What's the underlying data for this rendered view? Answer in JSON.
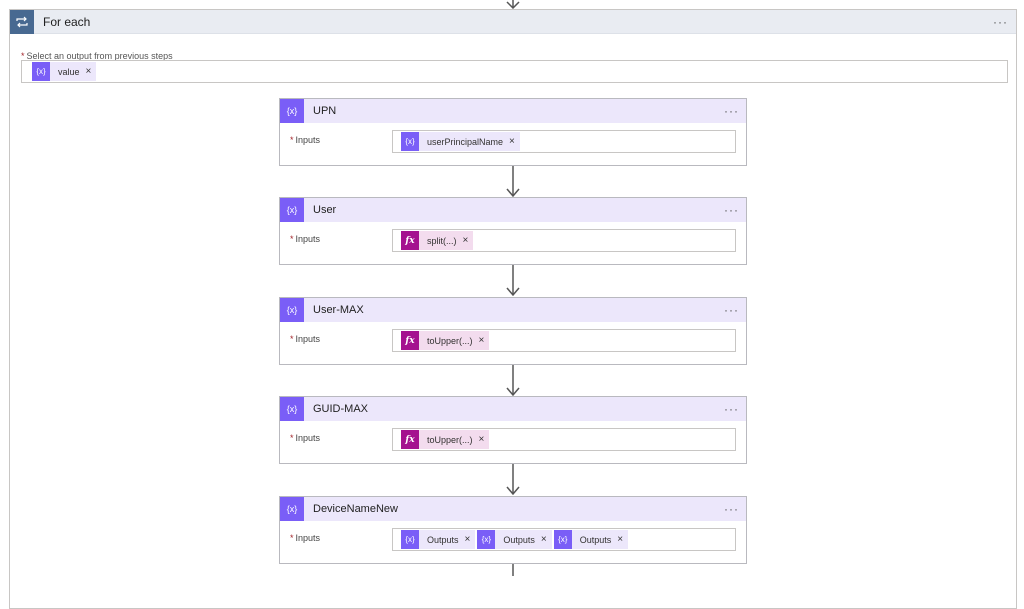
{
  "foreach": {
    "title": "For each",
    "menu": "···",
    "field_label": "Select an output from previous steps",
    "required_mark": "*",
    "token": {
      "label": "value",
      "remove": "×",
      "icon": "variable-icon"
    }
  },
  "cards": [
    {
      "title": "UPN",
      "menu": "···",
      "label": "Inputs",
      "tokens": [
        {
          "type": "var",
          "label": "userPrincipalName",
          "remove": "×"
        }
      ]
    },
    {
      "title": "User",
      "menu": "···",
      "label": "Inputs",
      "tokens": [
        {
          "type": "fx",
          "label": "split(...)",
          "remove": "×"
        }
      ]
    },
    {
      "title": "User-MAX",
      "menu": "···",
      "label": "Inputs",
      "tokens": [
        {
          "type": "fx",
          "label": "toUpper(...)",
          "remove": "×"
        }
      ]
    },
    {
      "title": "GUID-MAX",
      "menu": "···",
      "label": "Inputs",
      "tokens": [
        {
          "type": "fx",
          "label": "toUpper(...)",
          "remove": "×"
        }
      ]
    },
    {
      "title": "DeviceNameNew",
      "menu": "···",
      "label": "Inputs",
      "tokens": [
        {
          "type": "var",
          "label": "Outputs",
          "remove": "×"
        },
        {
          "type": "var",
          "label": "Outputs",
          "remove": "×"
        },
        {
          "type": "var",
          "label": "Outputs",
          "remove": "×"
        }
      ]
    }
  ],
  "icons": {
    "variable": "{x}",
    "function": "fx"
  },
  "colors": {
    "loop_header": "#486991",
    "variable_accent": "#7a5ef7",
    "function_accent": "#a4118f",
    "card_header": "#ece7fb"
  }
}
